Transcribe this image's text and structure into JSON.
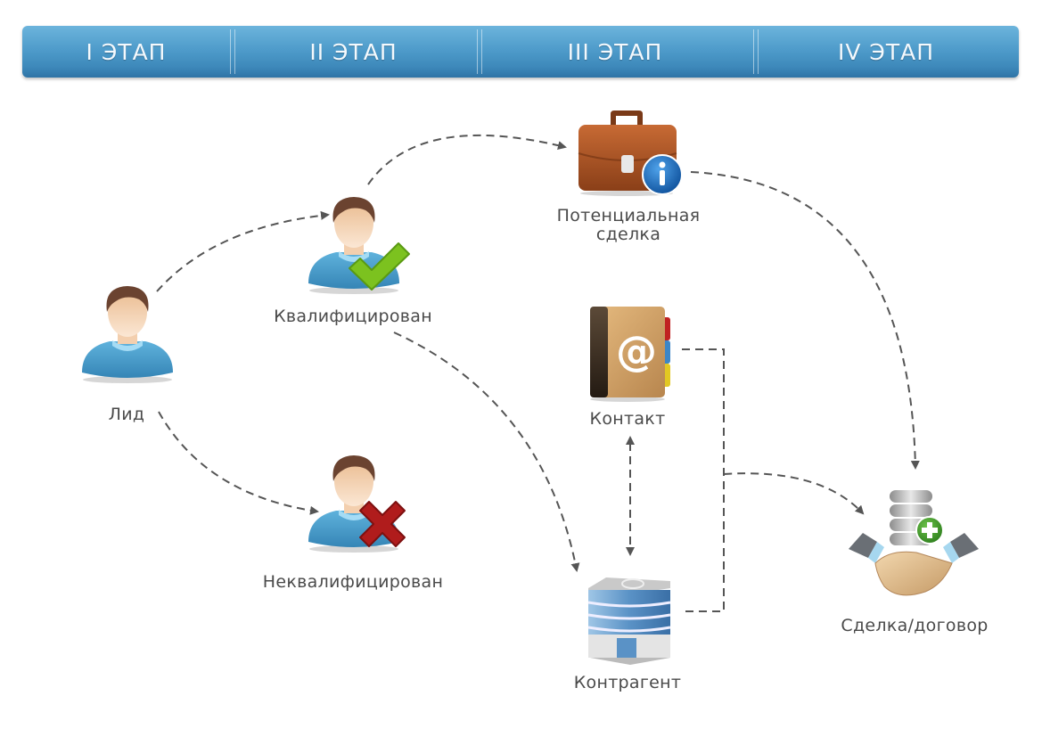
{
  "stages": [
    {
      "label": "I ЭТАП"
    },
    {
      "label": "II ЭТАП"
    },
    {
      "label": "III ЭТАП"
    },
    {
      "label": "IV ЭТАП"
    }
  ],
  "nodes": {
    "lead": {
      "label": "Лид",
      "icon": "user-icon"
    },
    "qualified": {
      "label": "Квалифицирован",
      "icon": "user-check-icon"
    },
    "unqualified": {
      "label": "Неквалифицирован",
      "icon": "user-cross-icon"
    },
    "opportunity": {
      "label_line1": "Потенциальная",
      "label_line2": "сделка",
      "icon": "briefcase-info-icon"
    },
    "contact": {
      "label": "Контакт",
      "icon": "address-book-icon"
    },
    "account": {
      "label": "Контрагент",
      "icon": "building-icon"
    },
    "deal": {
      "label": "Сделка/договор",
      "icon": "handshake-database-icon"
    }
  },
  "edges": [
    {
      "from": "lead",
      "to": "qualified",
      "style": "dashed-arrow"
    },
    {
      "from": "lead",
      "to": "unqualified",
      "style": "dashed-arrow"
    },
    {
      "from": "qualified",
      "to": "opportunity",
      "style": "dashed-arrow"
    },
    {
      "from": "qualified",
      "to": "account",
      "style": "dashed-arrow"
    },
    {
      "from": "opportunity",
      "to": "deal",
      "style": "dashed-arrow"
    },
    {
      "from": "contact",
      "to": "account",
      "style": "dashed-double-arrow"
    },
    {
      "from": "contact",
      "to": "deal",
      "style": "dashed-bracket-arrow"
    },
    {
      "from": "account",
      "to": "deal",
      "style": "dashed-bracket-arrow"
    }
  ],
  "colors": {
    "stage_bar": "#4f9ccb",
    "stage_text": "#f4f9fd",
    "connector": "#555555",
    "label_text": "#4a4a4a"
  }
}
